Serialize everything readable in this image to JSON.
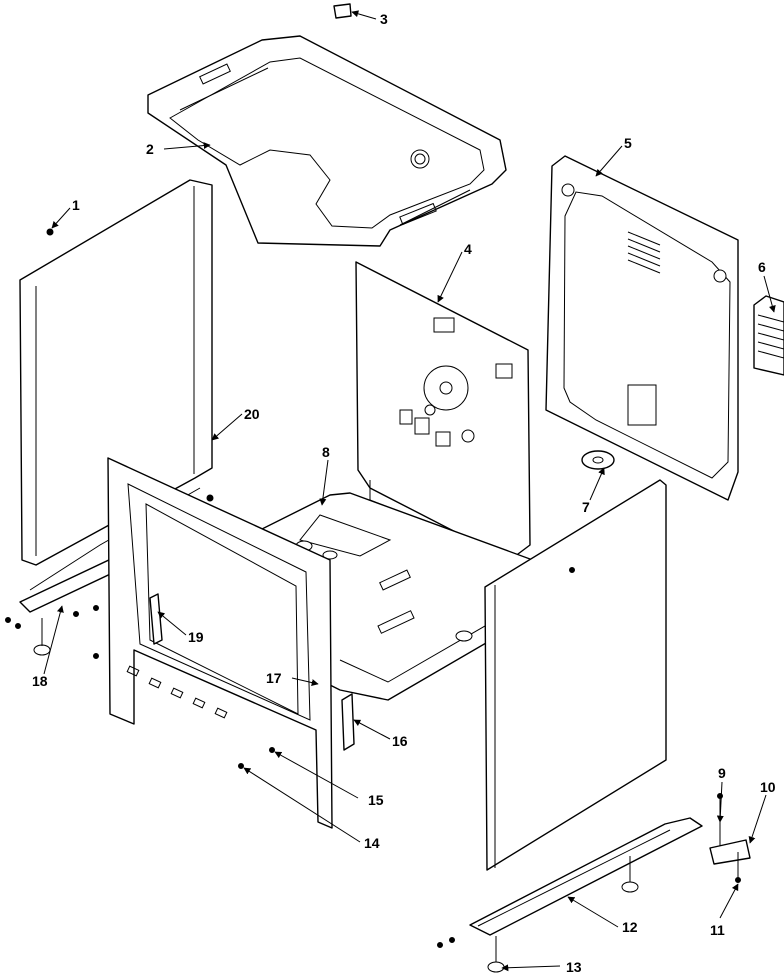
{
  "callouts": [
    {
      "id": "1",
      "label": "1"
    },
    {
      "id": "2",
      "label": "2"
    },
    {
      "id": "3",
      "label": "3"
    },
    {
      "id": "4",
      "label": "4"
    },
    {
      "id": "5",
      "label": "5"
    },
    {
      "id": "6",
      "label": "6"
    },
    {
      "id": "7",
      "label": "7"
    },
    {
      "id": "8",
      "label": "8"
    },
    {
      "id": "9",
      "label": "9"
    },
    {
      "id": "10",
      "label": "10"
    },
    {
      "id": "11",
      "label": "11"
    },
    {
      "id": "12",
      "label": "12"
    },
    {
      "id": "13",
      "label": "13"
    },
    {
      "id": "14",
      "label": "14"
    },
    {
      "id": "15",
      "label": "15"
    },
    {
      "id": "16",
      "label": "16"
    },
    {
      "id": "17",
      "label": "17"
    },
    {
      "id": "18",
      "label": "18"
    },
    {
      "id": "19",
      "label": "19"
    },
    {
      "id": "20",
      "label": "20"
    }
  ],
  "colors": {
    "line": "#000000",
    "background": "#ffffff"
  }
}
